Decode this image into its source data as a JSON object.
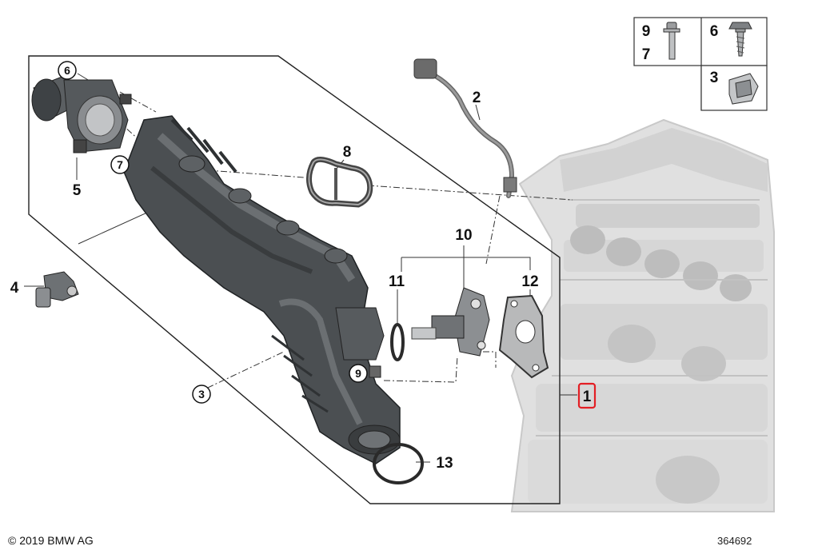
{
  "callouts": {
    "c1": "1",
    "c2": "2",
    "c3": "3",
    "c4": "4",
    "c5": "5",
    "c6": "6",
    "c7": "7",
    "c8": "8",
    "c9": "9",
    "c10": "10",
    "c11": "11",
    "c12": "12",
    "c13": "13"
  },
  "legend": {
    "top_left_a": "9",
    "top_left_b": "7",
    "top_right": "6",
    "bottom_right": "3"
  },
  "footer": {
    "copyright": "© 2019 BMW AG",
    "ref_number": "364692"
  },
  "colors": {
    "highlight": "#e31e24",
    "engine_fill": "#dcdcdc",
    "manifold_fill": "#4b4f52"
  }
}
